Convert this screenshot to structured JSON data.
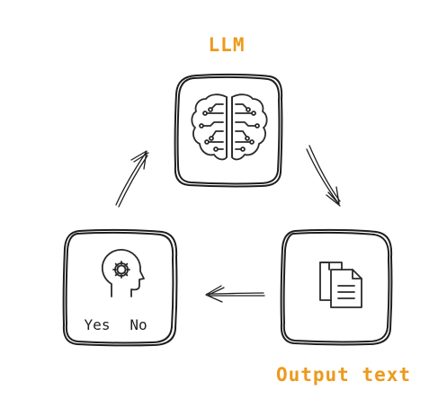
{
  "diagram": {
    "nodes": {
      "llm": {
        "label": "LLM",
        "icon": "brain-circuit-icon"
      },
      "output": {
        "label": "Output text",
        "icon": "documents-icon"
      },
      "feedback": {
        "icon": "head-gear-icon",
        "yes": "Yes",
        "no": "No"
      }
    },
    "edges": [
      {
        "from": "llm",
        "to": "output"
      },
      {
        "from": "output",
        "to": "feedback"
      },
      {
        "from": "feedback",
        "to": "llm"
      }
    ],
    "colors": {
      "label_accent": "#ec9a1c",
      "ink": "#1e1e1e"
    }
  }
}
